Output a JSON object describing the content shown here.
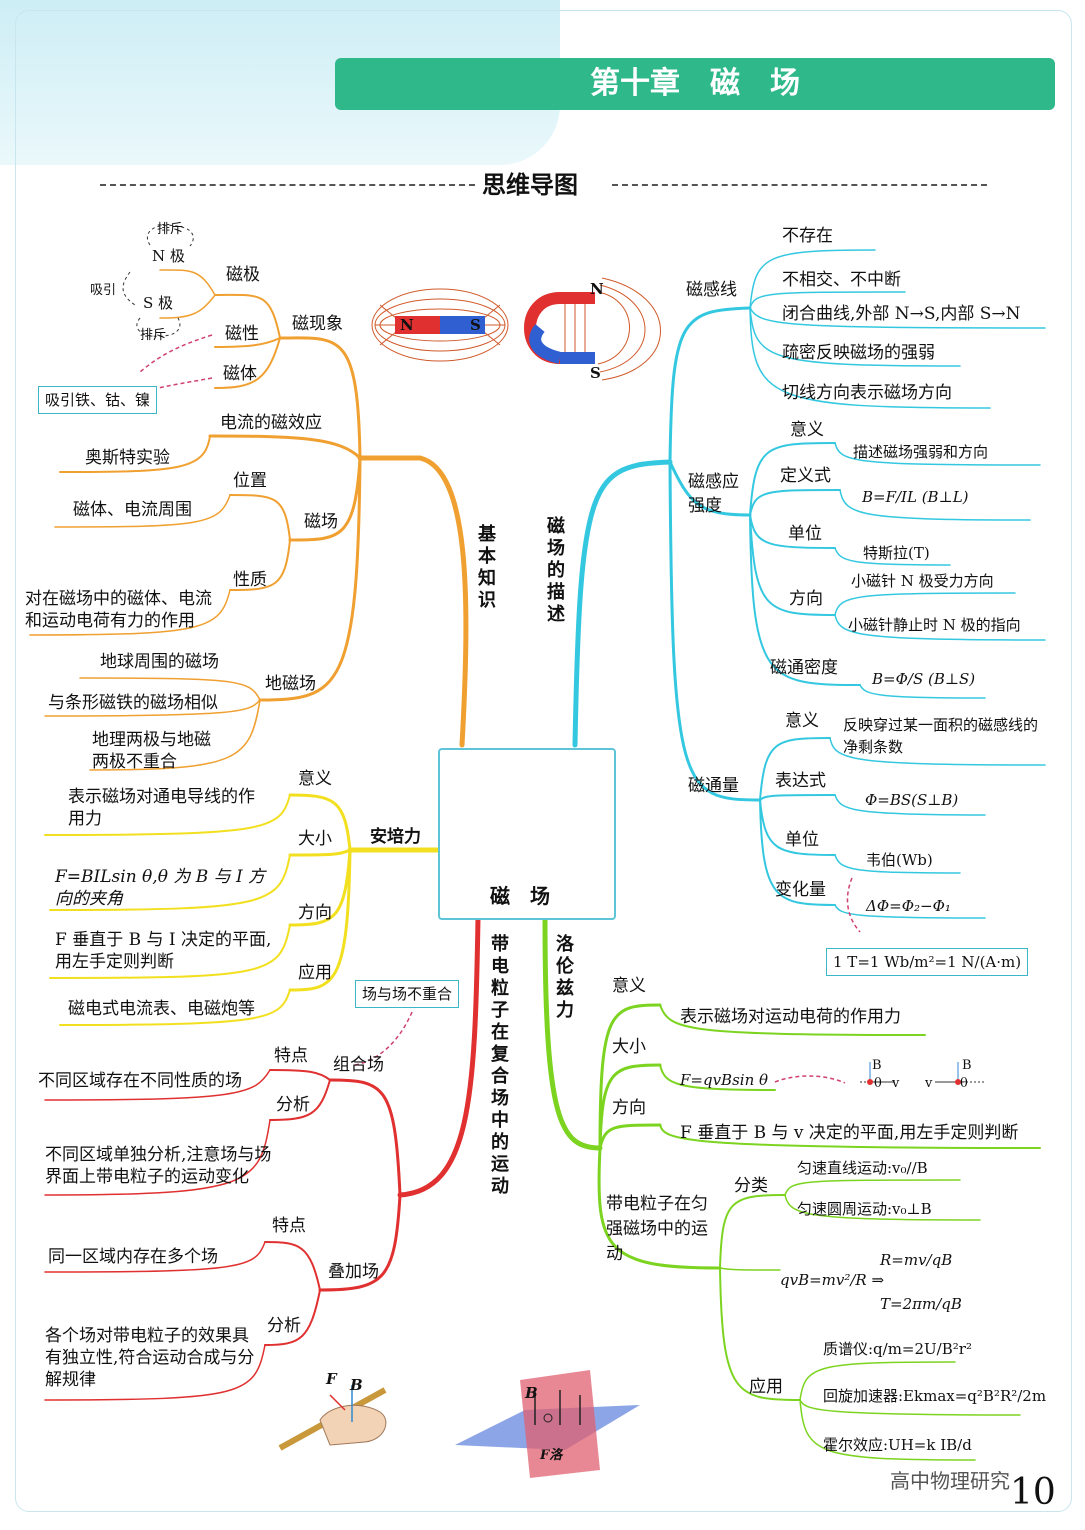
{
  "header": {
    "title": "第十章　磁　场",
    "subtitle": "思维导图",
    "page_number": "10",
    "watermark": "高中物理研究"
  },
  "center": {
    "label": "磁　场"
  },
  "branches": {
    "basic": "基本知识",
    "describe": "磁场的描述",
    "combined": "带电粒子在复合场中的运动",
    "lorentz": "洛伦兹力"
  },
  "magnet_labels": {
    "n": "N",
    "s": "S"
  },
  "phenomena": {
    "title": "磁现象",
    "poles": "磁极",
    "n_pole": "N 极",
    "s_pole": "S 极",
    "repel_top": "排斥",
    "repel_bottom": "排斥",
    "attract": "吸引",
    "magnetism": "磁性",
    "magnet": "磁体",
    "box": "吸引铁、钴、镍"
  },
  "current_effect": {
    "title": "电流的磁效应",
    "oersted": "奥斯特实验"
  },
  "field": {
    "title": "磁场",
    "position": "位置",
    "position_val": "磁体、电流周围",
    "nature": "性质",
    "nature_val": "对在磁场中的磁体、电流和运动电荷有力的作用"
  },
  "earth": {
    "title": "地磁场",
    "item1": "地球周围的磁场",
    "item2": "与条形磁铁的磁场相似",
    "item3": "地理两极与地磁两极不重合"
  },
  "ampere": {
    "title": "安培力",
    "meaning": "意义",
    "meaning_val": "表示磁场对通电导线的作用力",
    "size": "大小",
    "size_val": "F=BILsin θ,θ 为 B 与 I 方向的夹角",
    "direction": "方向",
    "direction_val": "F 垂直于 B 与 I 决定的平面,用左手定则判断",
    "application": "应用",
    "application_val": "磁电式电流表、电磁炮等"
  },
  "combined_field": {
    "box": "场与场不重合",
    "group": "组合场",
    "g_feature": "特点",
    "g_feature_val": "不同区域存在不同性质的场",
    "g_analysis": "分析",
    "g_analysis_val": "不同区域单独分析,注意场与场界面上带电粒子的运动变化",
    "super": "叠加场",
    "s_feature": "特点",
    "s_feature_val": "同一区域内存在多个场",
    "s_analysis": "分析",
    "s_analysis_val": "各个场对带电粒子的效果具有独立性,符合运动合成与分解规律"
  },
  "lines": {
    "title": "磁感线",
    "i1": "不存在",
    "i2": "不相交、不中断",
    "i3": "闭合曲线,外部 N→S,内部 S→N",
    "i4": "疏密反映磁场的强弱",
    "i5": "切线方向表示磁场方向"
  },
  "strength": {
    "title": "磁感应强度",
    "meaning": "意义",
    "meaning_val": "描述磁场强弱和方向",
    "def": "定义式",
    "def_val": "B=F/IL (B⊥L)",
    "unit": "单位",
    "unit_val": "特斯拉(T)",
    "direction": "方向",
    "dir1": "小磁针 N 极受力方向",
    "dir2": "小磁针静止时 N 极的指向",
    "density": "磁通密度",
    "density_val": "B=Φ/S (B⊥S)"
  },
  "flux": {
    "title": "磁通量",
    "meaning": "意义",
    "meaning_val": "反映穿过某一面积的磁感线的净剩条数",
    "expr": "表达式",
    "expr_val": "Φ=BS(S⊥B)",
    "unit": "单位",
    "unit_val": "韦伯(Wb)",
    "change": "变化量",
    "change_val": "ΔΦ=Φ₂−Φ₁",
    "box": "1 T=1 Wb/m²=1 N/(A·m)"
  },
  "lorentz": {
    "meaning": "意义",
    "meaning_val": "表示磁场对运动电荷的作用力",
    "size": "大小",
    "size_val": "F=qvBsin θ",
    "direction": "方向",
    "direction_val": "F 垂直于 B 与 v 决定的平面,用左手定则判断",
    "motion": "带电粒子在匀强磁场中的运动",
    "classify": "分类",
    "c1": "匀速直线运动:v₀//B",
    "c2": "匀速圆周运动:v₀⊥B",
    "formula_main": "qvB=mv²/R ⇒",
    "formula_r": "R=mv/qB",
    "formula_t": "T=2πm/qB",
    "application": "应用",
    "a1": "质谱仪:q/m=2U/B²r²",
    "a2": "回旋加速器:Ekmax=q²B²R²/2m",
    "a3": "霍尔效应:UH=k IB/d"
  },
  "small_labels": {
    "b": "B",
    "theta": "θ",
    "v": "v",
    "f": "F",
    "f_lorentz": "F洛"
  },
  "colors": {
    "orange": "#f0a030",
    "cyan": "#34c8e0",
    "yellow": "#f2e020",
    "red": "#e03030",
    "green": "#7cd420",
    "header_green": "#2fb88a"
  }
}
